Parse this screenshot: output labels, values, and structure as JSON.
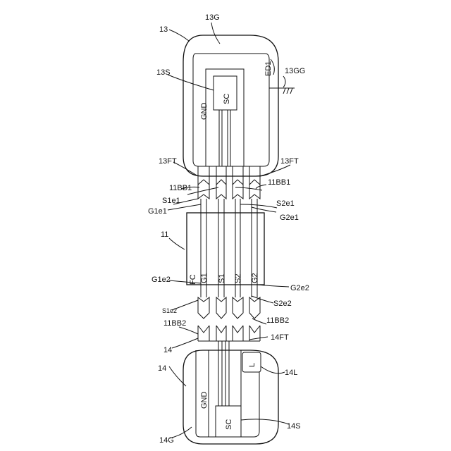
{
  "labels": {
    "module_top": "13",
    "ground_top": "13G",
    "sub_s_top": "13S",
    "edge_ed1": "ED1",
    "ground_gg": "13GG",
    "sc_top": "SC",
    "gnd_top": "GND",
    "ft_top_left": "13FT",
    "ft_top_right": "13FT",
    "bb1_left": "11BB1",
    "bb1_right": "11BB1",
    "s1e1": "S1e1",
    "s2e1": "S2e1",
    "g1e1": "G1e1",
    "g2e1": "G2e1",
    "board_11": "11",
    "g1e2": "G1e2",
    "g2e2": "G2e2",
    "s1e2": "S1e2",
    "s2e2": "S2e2",
    "bb2_left": "11BB2",
    "bb2_right": "11BB2",
    "ft_bottom": "14FT",
    "ref_14_left": "14",
    "ref_14_body": "14",
    "l_ref": "14L",
    "l_inner": "L",
    "gnd_bottom": "GND",
    "sc_bottom": "SC",
    "ground_bottom": "14G",
    "sub_s_bottom": "14S",
    "fc": "FC",
    "g1": "G1",
    "s1": "S1",
    "s2": "S2",
    "g2": "G2"
  }
}
